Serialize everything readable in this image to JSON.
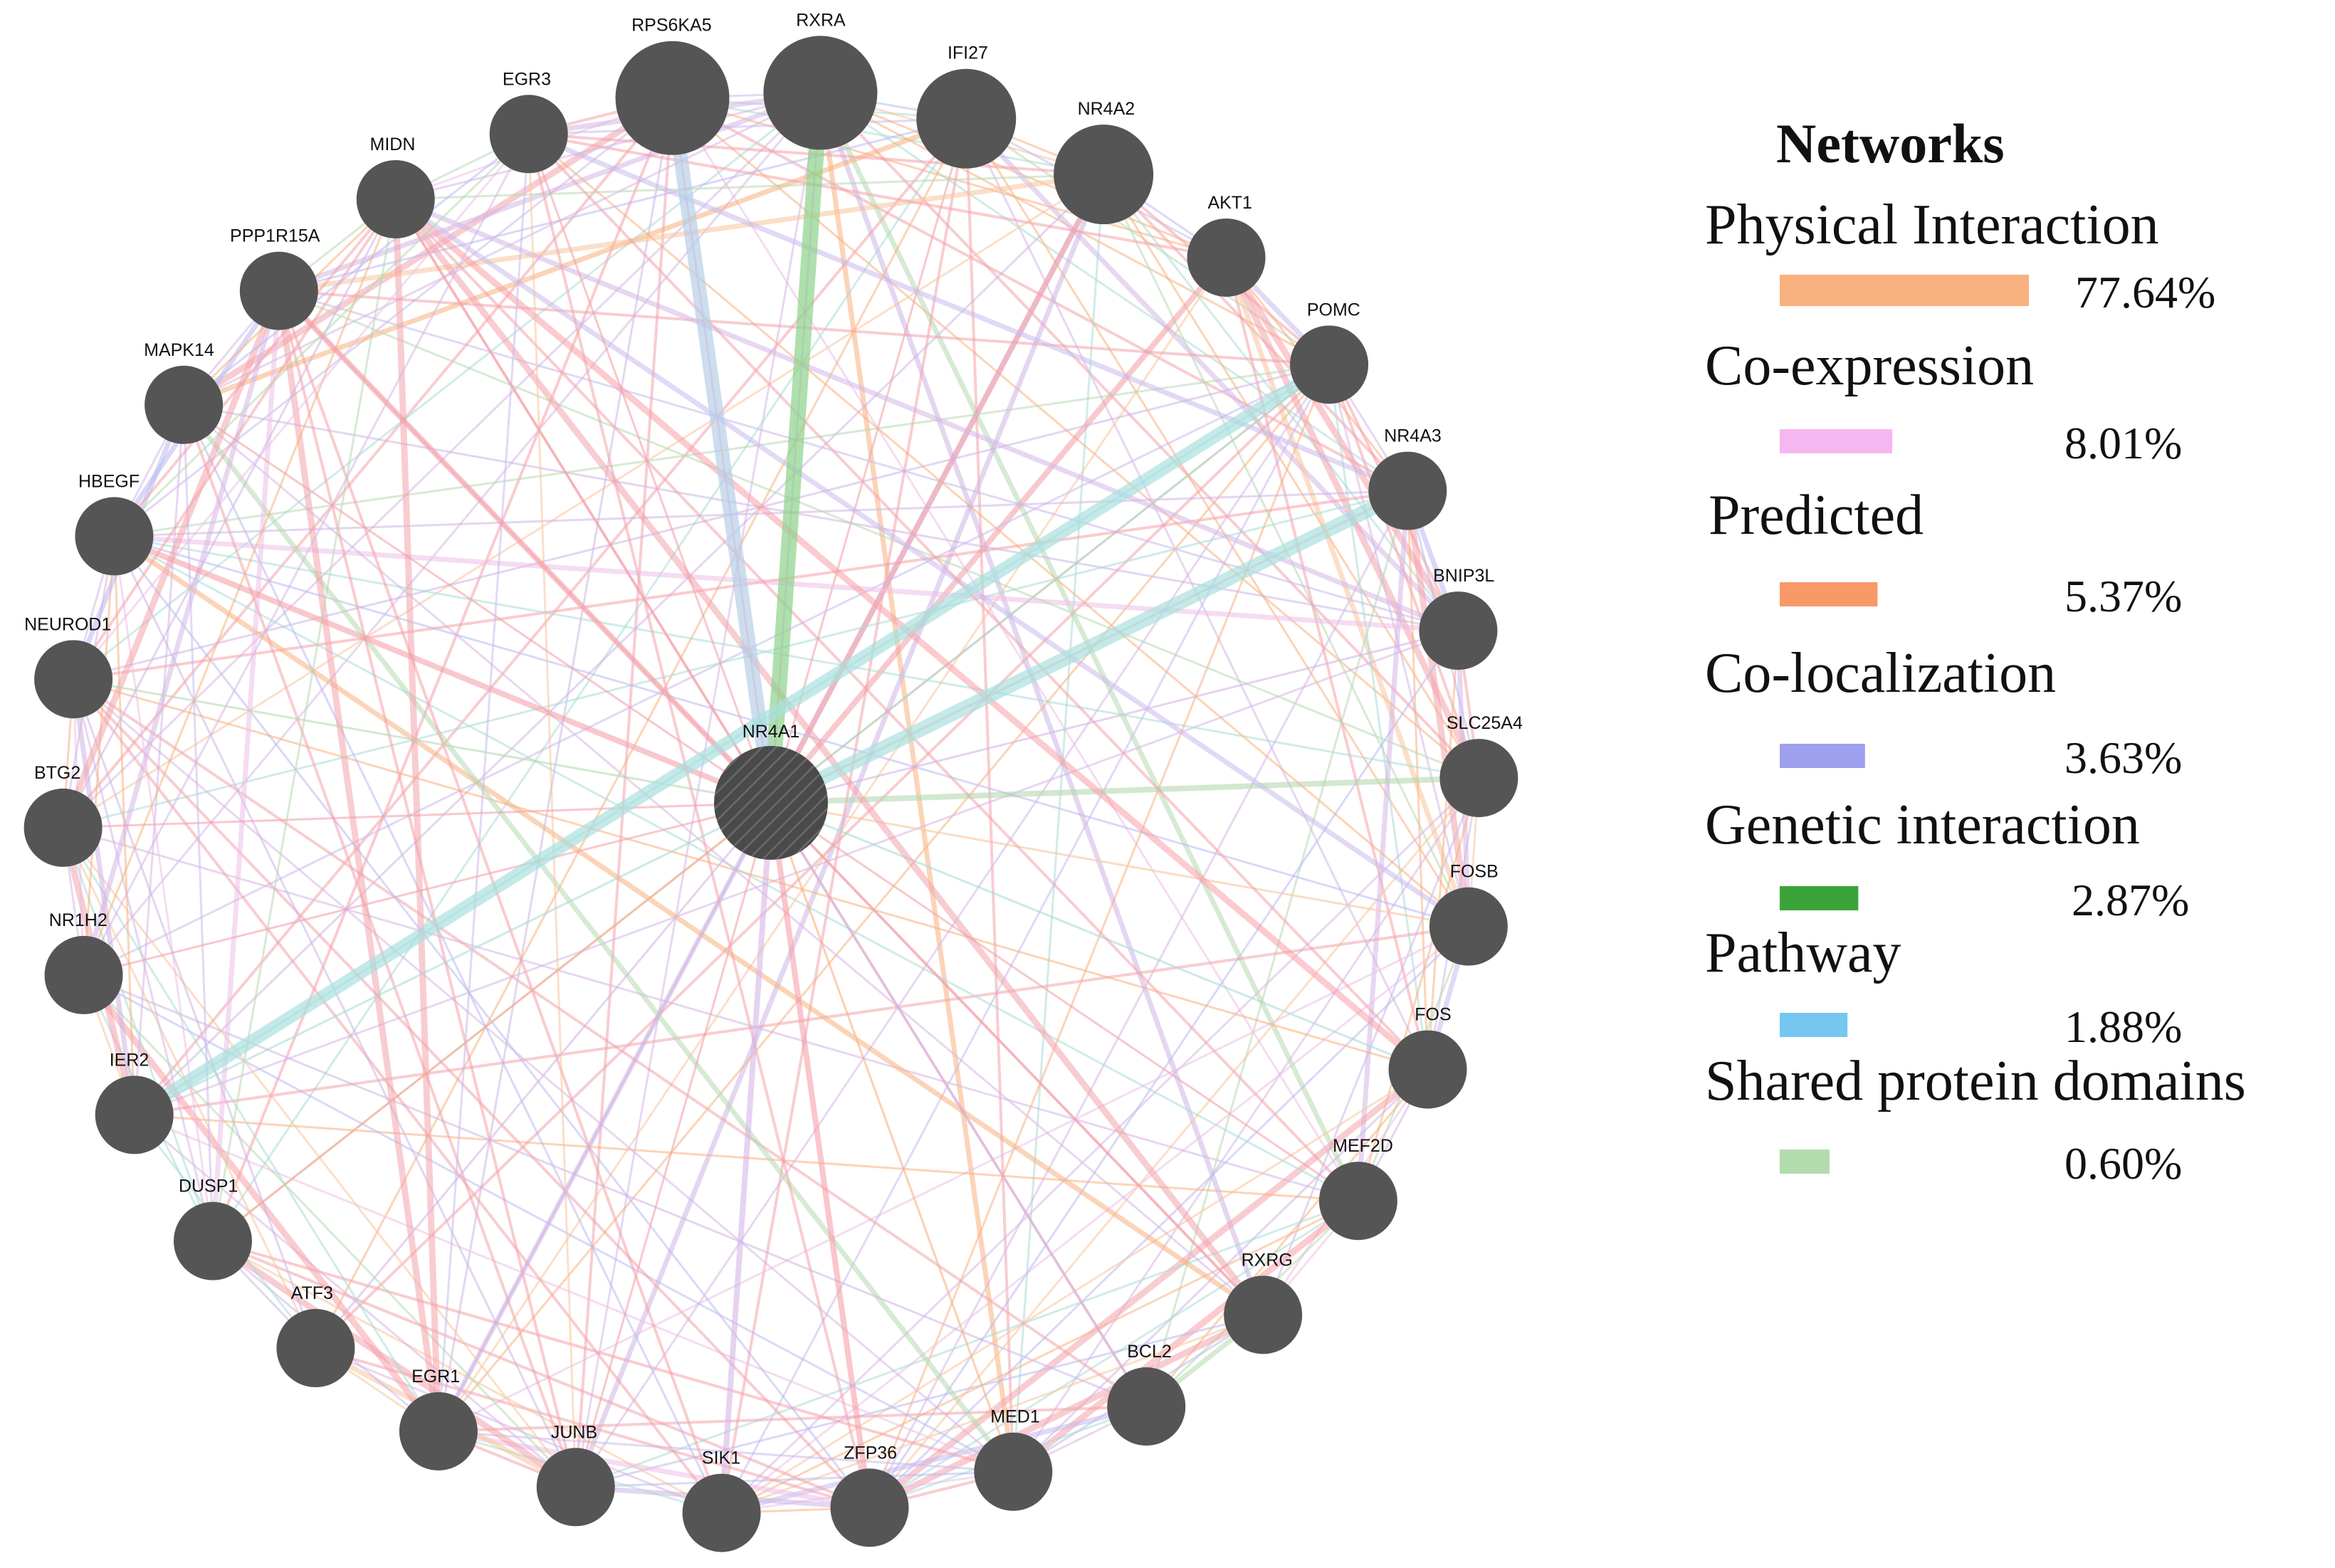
{
  "network": {
    "center": {
      "id": "NR4A1"
    },
    "nodes": [
      {
        "id": "RPS6KA5",
        "size": "xl"
      },
      {
        "id": "RXRA",
        "size": "xl"
      },
      {
        "id": "IFI27",
        "size": "l"
      },
      {
        "id": "NR4A2",
        "size": "l"
      },
      {
        "id": "AKT1",
        "size": "m"
      },
      {
        "id": "POMC",
        "size": "m"
      },
      {
        "id": "NR4A3",
        "size": "m"
      },
      {
        "id": "BNIP3L",
        "size": "m"
      },
      {
        "id": "SLC25A4",
        "size": "m"
      },
      {
        "id": "FOSB",
        "size": "m"
      },
      {
        "id": "FOS",
        "size": "m"
      },
      {
        "id": "MEF2D",
        "size": "m"
      },
      {
        "id": "RXRG",
        "size": "m"
      },
      {
        "id": "BCL2",
        "size": "m"
      },
      {
        "id": "MED1",
        "size": "m"
      },
      {
        "id": "ZFP36",
        "size": "m"
      },
      {
        "id": "SIK1",
        "size": "m"
      },
      {
        "id": "JUNB",
        "size": "m"
      },
      {
        "id": "EGR1",
        "size": "m"
      },
      {
        "id": "ATF3",
        "size": "m"
      },
      {
        "id": "DUSP1",
        "size": "m"
      },
      {
        "id": "IER2",
        "size": "m"
      },
      {
        "id": "NR1H2",
        "size": "m"
      },
      {
        "id": "BTG2",
        "size": "m"
      },
      {
        "id": "NEUROD1",
        "size": "m"
      },
      {
        "id": "HBEGF",
        "size": "m"
      },
      {
        "id": "MAPK14",
        "size": "m"
      },
      {
        "id": "PPP1R15A",
        "size": "m"
      },
      {
        "id": "MIDN",
        "size": "m"
      },
      {
        "id": "EGR3",
        "size": "m"
      }
    ]
  },
  "legend": {
    "title": "Networks",
    "items": [
      {
        "name": "Physical Interaction",
        "percent": "77.64%",
        "color": "#f8b07e",
        "weight": 77.64
      },
      {
        "name": "Co-expression",
        "percent": "8.01%",
        "color": "#f6b7f0",
        "weight": 8.01
      },
      {
        "name": "Predicted",
        "percent": "5.37%",
        "color": "#f79a68",
        "weight": 5.37
      },
      {
        "name": "Co-localization",
        "percent": "3.63%",
        "color": "#9f9ff0",
        "weight": 3.63
      },
      {
        "name": "Genetic interaction",
        "percent": "2.87%",
        "color": "#3aa43a",
        "weight": 2.87
      },
      {
        "name": "Pathway",
        "percent": "1.88%",
        "color": "#76c6f2",
        "weight": 1.88
      },
      {
        "name": "Shared protein domains",
        "percent": "0.60%",
        "color": "#b3dcae",
        "weight": 0.6
      }
    ]
  },
  "colors": {
    "node": "#555555",
    "background": "#ffffff"
  }
}
